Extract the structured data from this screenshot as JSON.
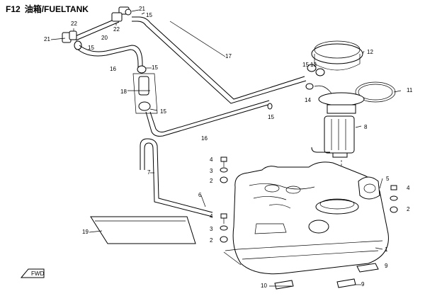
{
  "header": {
    "code": "F12",
    "title": "油箱/FUELTANK"
  },
  "callouts": {
    "c1": "1",
    "c2a": "2",
    "c2b": "2",
    "c2c": "2",
    "c3a": "3",
    "c3b": "3",
    "c4a": "4",
    "c4b": "4",
    "c5": "5",
    "c6": "6",
    "c7": "7",
    "c8": "8",
    "c9a": "9",
    "c9b": "9",
    "c10": "10",
    "c11": "11",
    "c12": "12",
    "c13": "13",
    "c14": "14",
    "c15a": "15",
    "c15b": "15",
    "c15c": "15",
    "c15d": "15",
    "c15e": "15",
    "c16a": "16",
    "c16b": "16",
    "c17": "17",
    "c18": "18",
    "c19": "19",
    "c20": "20",
    "c21a": "21",
    "c21b": "21",
    "c22a": "22",
    "c22b": "22"
  },
  "fwd_label": "FWD",
  "colors": {
    "line": "#000000",
    "background": "#ffffff"
  }
}
